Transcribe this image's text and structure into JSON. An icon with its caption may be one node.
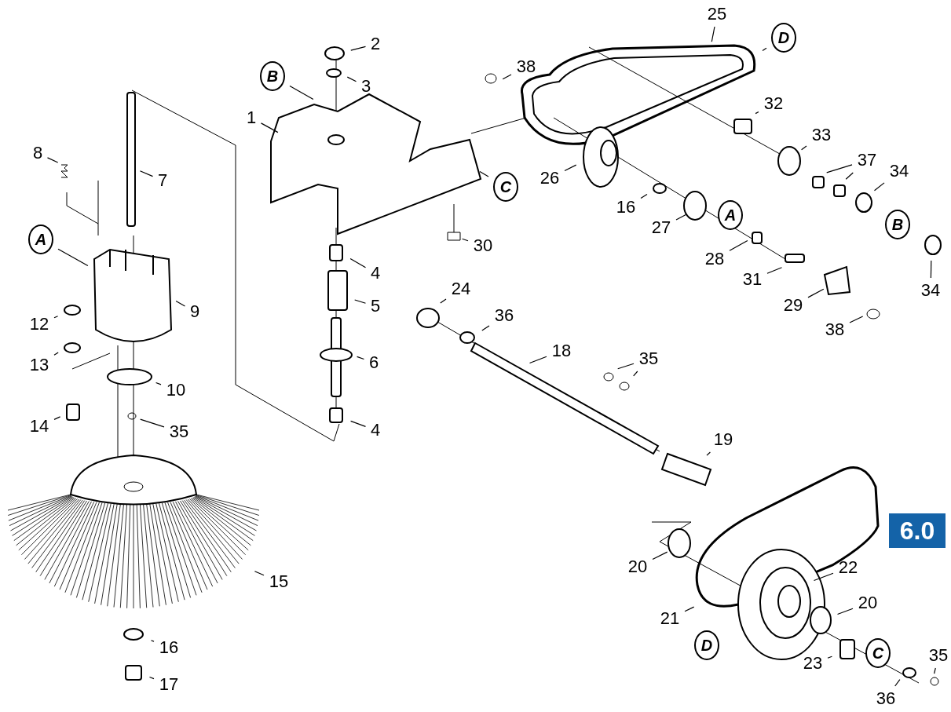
{
  "diagram": {
    "nodes": [
      {
        "text": [
          "2"
        ]
      },
      {
        "text": [
          "3"
        ]
      },
      {
        "text": [
          "B"
        ]
      },
      {
        "text": [
          "1"
        ]
      },
      {
        "text": [
          "4"
        ]
      },
      {
        "text": [
          "5"
        ]
      },
      {
        "text": [
          "6"
        ]
      },
      {
        "text": [
          "4"
        ]
      },
      {
        "text": [
          "C"
        ]
      },
      {
        "text": [
          "30"
        ]
      },
      {
        "text": [
          "8"
        ]
      },
      {
        "text": [
          "7"
        ]
      },
      {
        "text": [
          "A"
        ]
      },
      {
        "text": [
          "9"
        ]
      },
      {
        "text": [
          "12"
        ]
      },
      {
        "text": [
          "13"
        ]
      },
      {
        "text": [
          "10"
        ]
      },
      {
        "text": [
          "14"
        ]
      },
      {
        "text": [
          "35"
        ]
      },
      {
        "text": [
          "15"
        ]
      },
      {
        "text": [
          "16"
        ]
      },
      {
        "text": [
          "17"
        ]
      },
      {
        "text": [
          "25"
        ]
      },
      {
        "text": [
          "D"
        ]
      },
      {
        "text": [
          "38"
        ]
      },
      {
        "text": [
          "32"
        ]
      },
      {
        "text": [
          "33"
        ]
      },
      {
        "text": [
          "37"
        ]
      },
      {
        "text": [
          "26"
        ]
      },
      {
        "text": [
          "16"
        ]
      },
      {
        "text": [
          "27"
        ]
      },
      {
        "text": [
          "A"
        ]
      },
      {
        "text": [
          "34"
        ]
      },
      {
        "text": [
          "B"
        ]
      },
      {
        "text": [
          "34"
        ]
      },
      {
        "text": [
          "28"
        ]
      },
      {
        "text": [
          "31"
        ]
      },
      {
        "text": [
          "29"
        ]
      },
      {
        "text": [
          "38"
        ]
      },
      {
        "text": [
          "24"
        ]
      },
      {
        "text": [
          "36"
        ]
      },
      {
        "text": [
          "18"
        ]
      },
      {
        "text": [
          "35"
        ]
      },
      {
        "text": [
          "19"
        ]
      },
      {
        "text": [
          "20"
        ]
      },
      {
        "text": [
          "22"
        ]
      },
      {
        "text": [
          "20"
        ]
      },
      {
        "text": [
          "21"
        ]
      },
      {
        "text": [
          "D"
        ]
      },
      {
        "text": [
          "23"
        ]
      },
      {
        "text": [
          "C"
        ]
      },
      {
        "text": [
          "35"
        ]
      },
      {
        "text": [
          "36"
        ]
      },
      {
        "text": [
          "6.0"
        ]
      }
    ],
    "edges": [
      {
        "from": 0,
        "to": null,
        "arrow": "none"
      },
      {
        "from": 1,
        "to": null,
        "arrow": "none"
      },
      {
        "from": 2,
        "to": null,
        "arrow": "none"
      },
      {
        "from": 3,
        "to": null,
        "arrow": "none"
      },
      {
        "from": 4,
        "to": null,
        "arrow": "none"
      },
      {
        "from": 5,
        "to": null,
        "arrow": "none"
      },
      {
        "from": 6,
        "to": null,
        "arrow": "none"
      },
      {
        "from": 7,
        "to": null,
        "arrow": "none"
      },
      {
        "from": 8,
        "to": null,
        "arrow": "none"
      },
      {
        "from": 9,
        "to": null,
        "arrow": "none"
      },
      {
        "from": 10,
        "to": null,
        "arrow": "none"
      },
      {
        "from": 11,
        "to": null,
        "arrow": "none"
      },
      {
        "from": 12,
        "to": null,
        "arrow": "none"
      },
      {
        "from": 13,
        "to": null,
        "arrow": "none"
      },
      {
        "from": 14,
        "to": null,
        "arrow": "none"
      },
      {
        "from": 15,
        "to": null,
        "arrow": "none"
      },
      {
        "from": 16,
        "to": null,
        "arrow": "none"
      },
      {
        "from": 17,
        "to": null,
        "arrow": "none"
      },
      {
        "from": 18,
        "to": null,
        "arrow": "none"
      },
      {
        "from": 19,
        "to": null,
        "arrow": "none"
      },
      {
        "from": 20,
        "to": null,
        "arrow": "none"
      },
      {
        "from": 21,
        "to": null,
        "arrow": "none"
      },
      {
        "from": 22,
        "to": null,
        "arrow": "none"
      },
      {
        "from": 23,
        "to": null,
        "arrow": "none"
      },
      {
        "from": 24,
        "to": null,
        "arrow": "none"
      },
      {
        "from": 25,
        "to": null,
        "arrow": "none"
      },
      {
        "from": 26,
        "to": null,
        "arrow": "none"
      },
      {
        "from": 27,
        "to": null,
        "arrow": "none"
      },
      {
        "from": 27,
        "to": null,
        "arrow": "none"
      },
      {
        "from": 28,
        "to": null,
        "arrow": "none"
      },
      {
        "from": 29,
        "to": null,
        "arrow": "none"
      },
      {
        "from": 30,
        "to": null,
        "arrow": "none"
      },
      {
        "from": 32,
        "to": null,
        "arrow": "none"
      },
      {
        "from": 34,
        "to": null,
        "arrow": "none"
      },
      {
        "from": 35,
        "to": null,
        "arrow": "none"
      },
      {
        "from": 36,
        "to": null,
        "arrow": "none"
      },
      {
        "from": 37,
        "to": null,
        "arrow": "none"
      },
      {
        "from": 38,
        "to": null,
        "arrow": "none"
      },
      {
        "from": 39,
        "to": null,
        "arrow": "none"
      },
      {
        "from": 40,
        "to": null,
        "arrow": "none"
      },
      {
        "from": 41,
        "to": null,
        "arrow": "none"
      },
      {
        "from": 42,
        "to": null,
        "arrow": "none"
      },
      {
        "from": 42,
        "to": null,
        "arrow": "none"
      },
      {
        "from": 43,
        "to": null,
        "arrow": "none"
      },
      {
        "from": 44,
        "to": null,
        "arrow": "none"
      },
      {
        "from": 45,
        "to": null,
        "arrow": "none"
      },
      {
        "from": 46,
        "to": null,
        "arrow": "none"
      },
      {
        "from": 47,
        "to": null,
        "arrow": "none"
      },
      {
        "from": 49,
        "to": null,
        "arrow": "none"
      },
      {
        "from": 51,
        "to": null,
        "arrow": "none"
      },
      {
        "from": 52,
        "to": null,
        "arrow": "none"
      }
    ]
  }
}
